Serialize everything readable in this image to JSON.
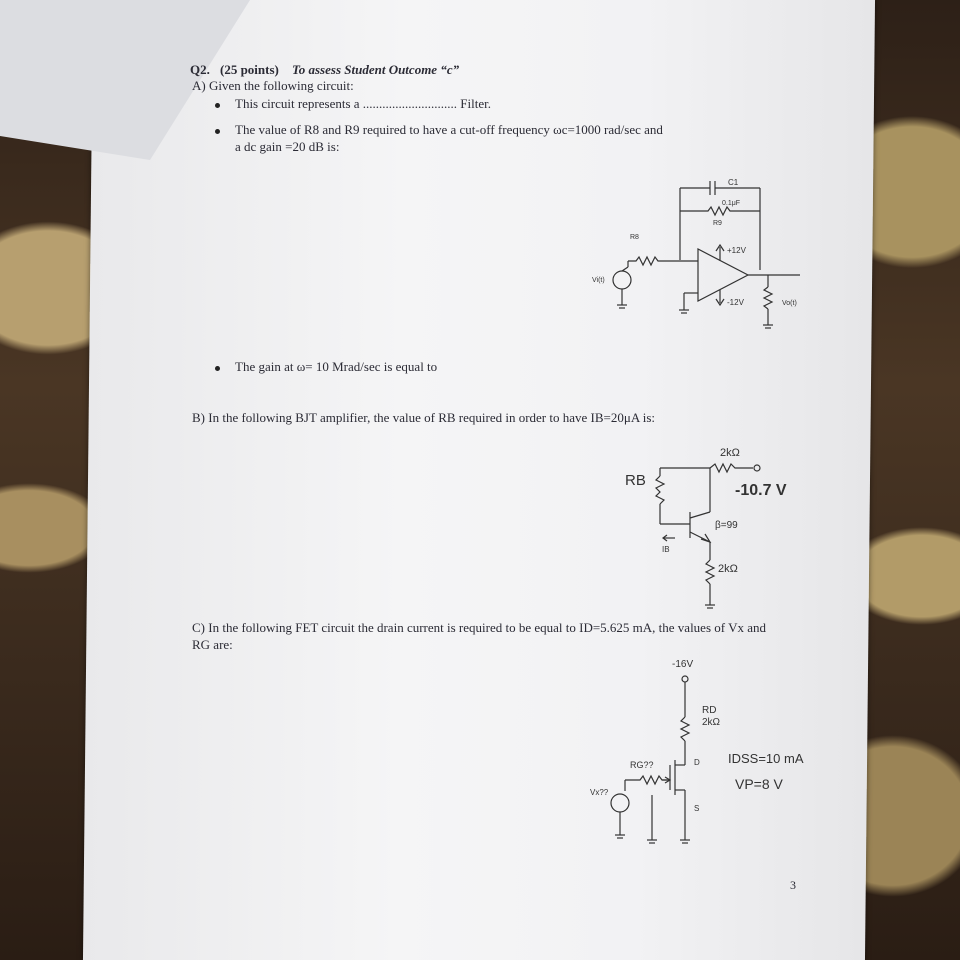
{
  "q": {
    "header_num": "Q2.",
    "header_pts": "(25 points)",
    "header_outcome": "To assess Student Outcome “c”",
    "a_line": "A) Given the following circuit:",
    "bullet1": "This circuit represents a ............................. Filter.",
    "bullet2_l1": "The value of R8 and R9 required to have a cut-off frequency ωc=1000 rad/sec and",
    "bullet2_l2": "a dc gain =20 dB is:",
    "bullet3": "The gain at ω= 10 Mrad/sec is equal to",
    "b_line": "B) In the following BJT amplifier, the value of RB required in order to have IB=20μA is:",
    "c_line1": "C) In the following FET circuit the drain current is required to be equal to ID=5.625 mA, the values of Vx and",
    "c_line2": "RG are:",
    "page_num": "3"
  },
  "opamp": {
    "c1": "C1",
    "c1_val": "0.1μF",
    "r9": "R9",
    "r8": "R8",
    "vpos": "+12V",
    "vneg": "-12V",
    "vin": "Vi(t)",
    "vout": "Vo(t)"
  },
  "bjt": {
    "rc": "2kΩ",
    "rb": "RB",
    "vsupply": "-10.7 V",
    "beta": "β=99",
    "ib": "IB",
    "re": "2kΩ"
  },
  "fet": {
    "vdd": "-16V",
    "rd": "RD",
    "rd_val": "2kΩ",
    "d": "D",
    "s": "S",
    "rg": "RG??",
    "vx": "Vx??",
    "idss": "IDSS=10 mA",
    "vp": "VP=8 V"
  }
}
